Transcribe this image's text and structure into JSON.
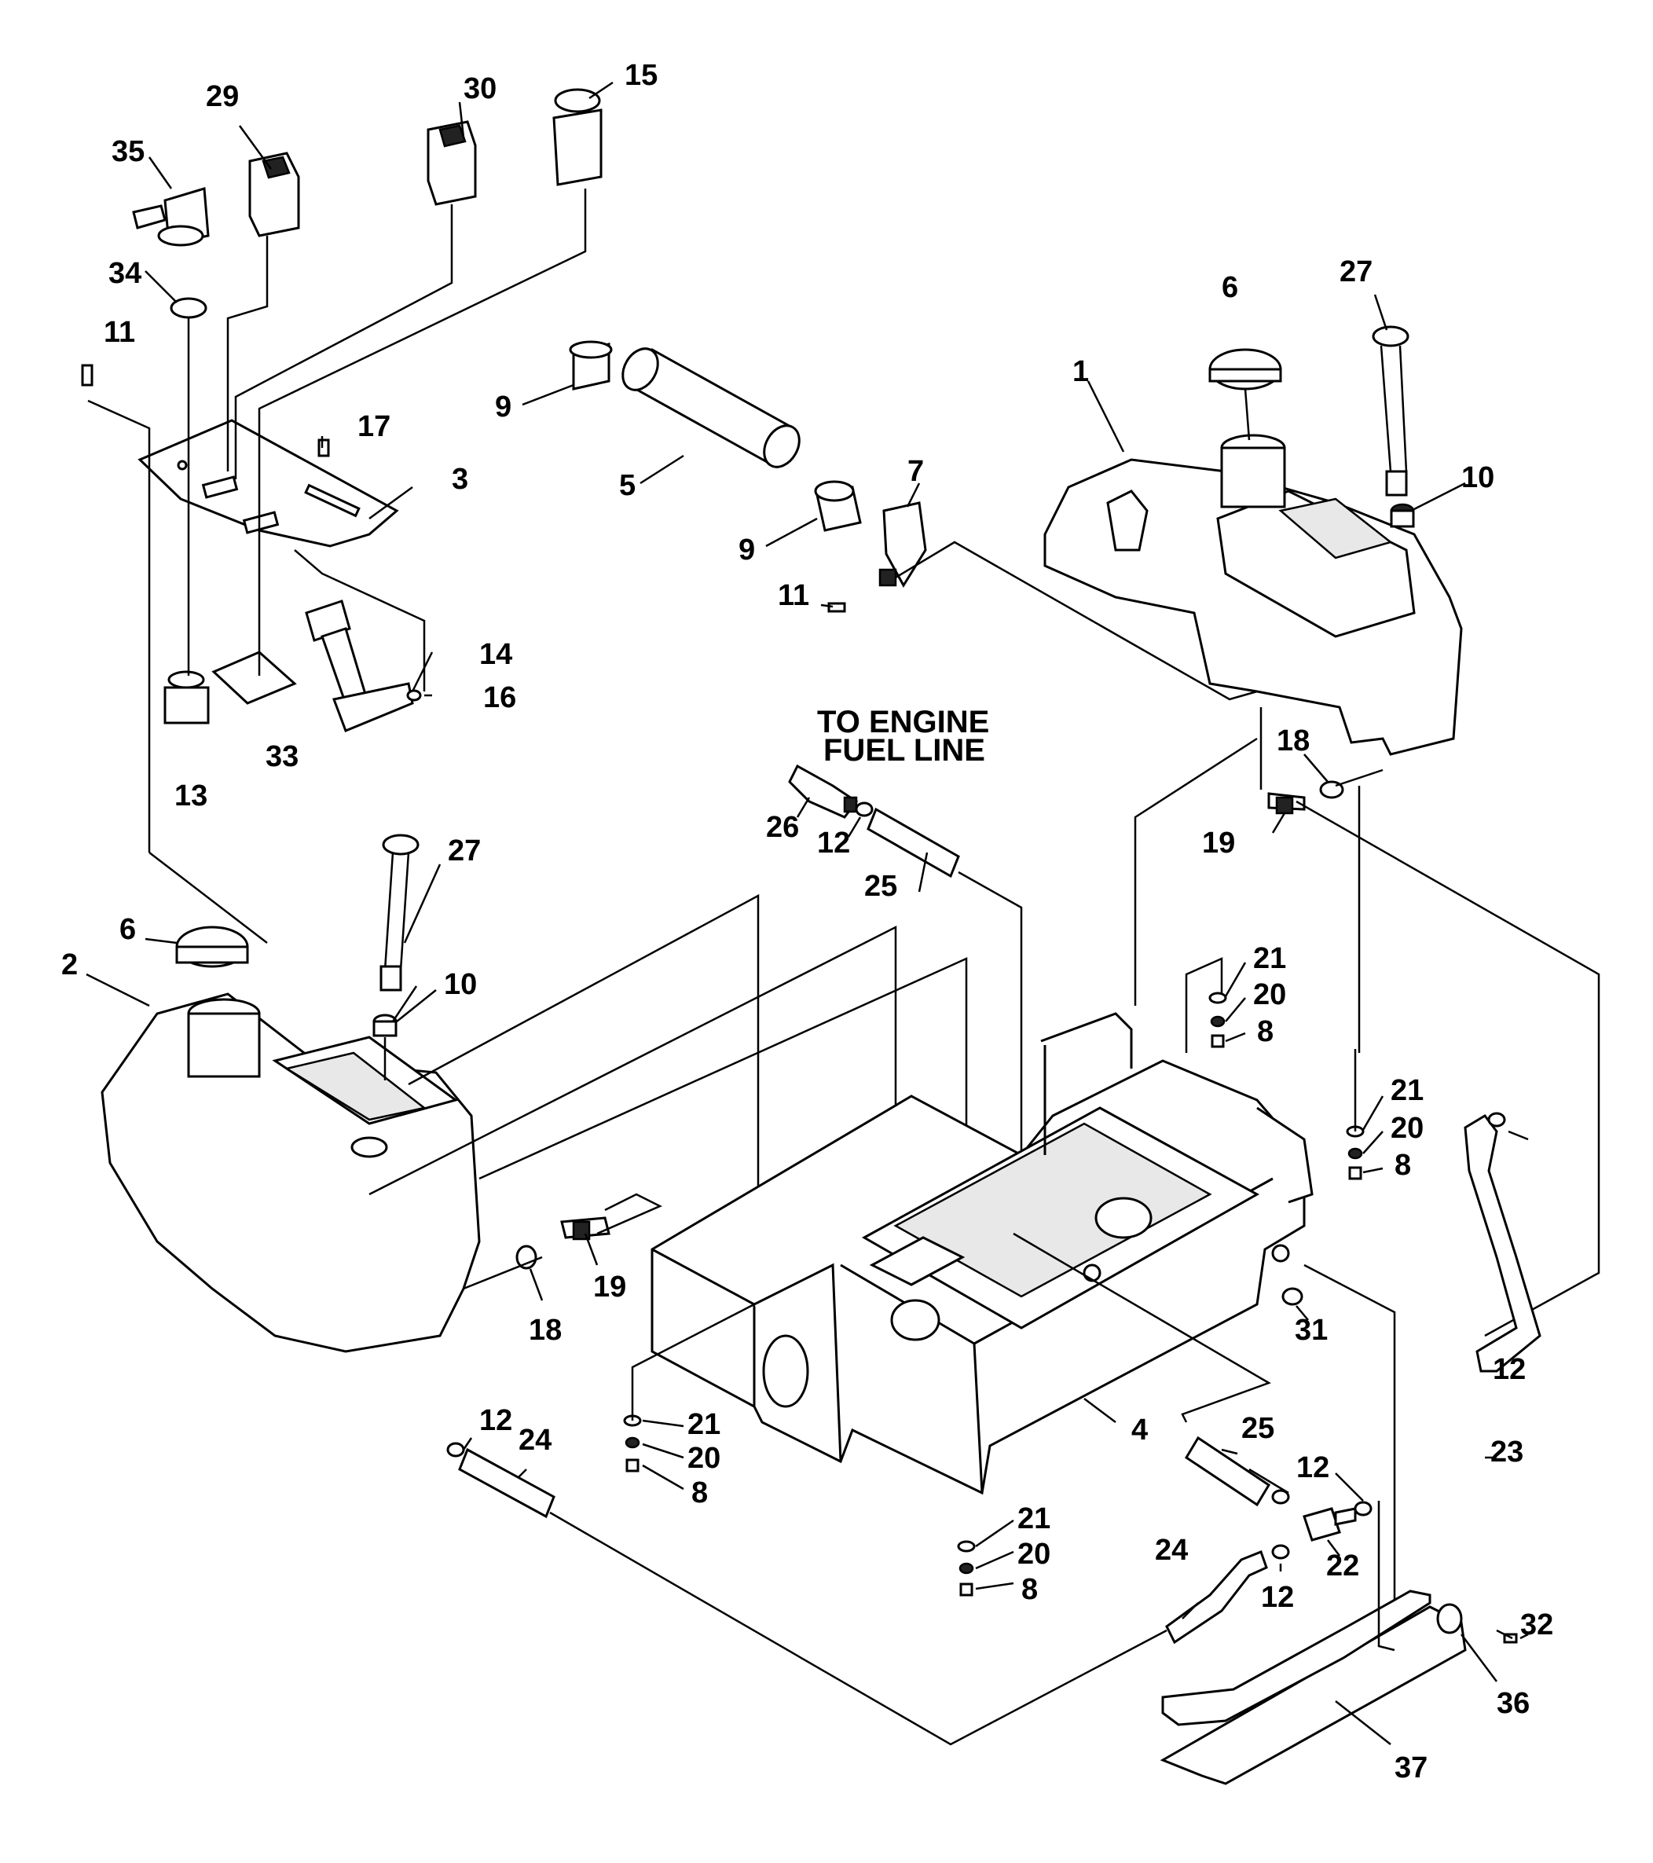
{
  "note": {
    "line1": "TO ENGINE",
    "line2": "FUEL LINE"
  },
  "callouts": {
    "c29": "29",
    "c30": "30",
    "c15": "15",
    "c35": "35",
    "c34": "34",
    "c11a": "11",
    "c17": "17",
    "c3": "3",
    "c14": "14",
    "c16": "16",
    "c33": "33",
    "c13": "13",
    "c9a": "9",
    "c5": "5",
    "c9b": "9",
    "c7": "7",
    "c11b": "11",
    "c6a": "6",
    "c27a": "27",
    "c1": "1",
    "c10a": "10",
    "c18a": "18",
    "c19a": "19",
    "c26": "26",
    "c12a": "12",
    "c25a": "25",
    "c27b": "27",
    "c6b": "6",
    "c2": "2",
    "c10b": "10",
    "c21a": "21",
    "c20a": "20",
    "c8a": "8",
    "c21b": "21",
    "c20b": "20",
    "c8b": "8",
    "c18b": "18",
    "c19b": "19",
    "c31": "31",
    "c12b": "12",
    "c4": "4",
    "c25b": "25",
    "c12c": "12",
    "c23": "23",
    "c12d": "12",
    "c24a": "24",
    "c21c": "21",
    "c20c": "20",
    "c8c": "8",
    "c22": "22",
    "c21d": "21",
    "c20d": "20",
    "c8d": "8",
    "c24b": "24",
    "c12e": "12",
    "c32": "32",
    "c36": "36",
    "c37": "37"
  }
}
